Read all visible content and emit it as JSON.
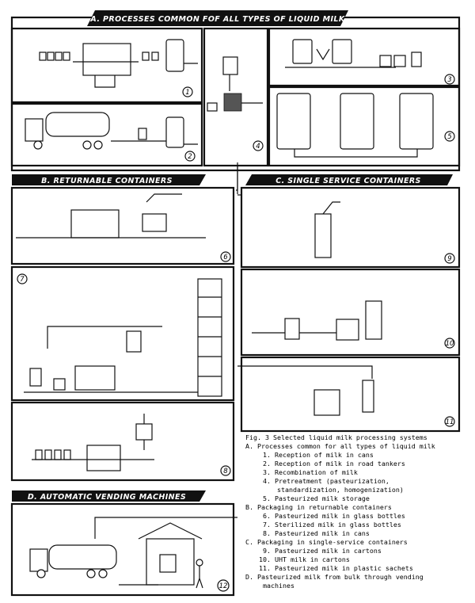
{
  "sections": {
    "a": "A. PROCESSES COMMON FOF ALL TYPES OF LIQUID MILK",
    "b": "B. RETURNABLE CONTAINERS",
    "c": "C. SINGLE SERVICE CONTAINERS",
    "d": "D. AUTOMATIC VENDING MACHINES"
  },
  "markers": [
    "1",
    "2",
    "3",
    "4",
    "5",
    "6",
    "7",
    "8",
    "9",
    "10",
    "11",
    "12"
  ],
  "caption": {
    "title": "Fig. 3  Selected liquid milk processing systems",
    "lines": [
      "A.  Processes common for all types of liquid milk",
      "1. Reception of milk in cans",
      "2. Reception of milk in road tankers",
      "3. Recombination of milk",
      "4. Pretreatment (pasteurization,",
      "standardization, homogenization)",
      "5. Pasteurized milk storage",
      "B.  Packaging in returnable containers",
      "6. Pasteurized milk in glass bottles",
      "7. Sterilized milk in glass bottles",
      "8. Pasteurized milk in cans",
      "C.  Packaging in single-service containers",
      "9. Pasteurized milk in cartons",
      "10. UHT milk in cartons",
      "11. Pasteurized milk in plastic sachets",
      "D.  Pasteurized milk from bulk through vending",
      "machines"
    ]
  }
}
